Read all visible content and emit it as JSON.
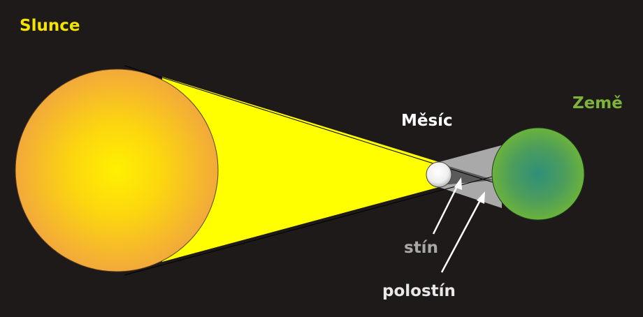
{
  "labels": {
    "sun": "Slunce",
    "moon": "Měsíc",
    "earth": "Země",
    "umbra": "stín",
    "penumbra": "polostín"
  },
  "colors": {
    "background": "#1e1a1a",
    "sun_label": "#f5e400",
    "moon_label": "#ffffff",
    "earth_label": "#7db33b",
    "umbra_label": "#a8a8a8",
    "penumbra_label": "#e8e8e8",
    "light_cone": "#ffff00",
    "umbra_fill": "#5a5a5a",
    "penumbra_fill": "#a9a9a9"
  }
}
